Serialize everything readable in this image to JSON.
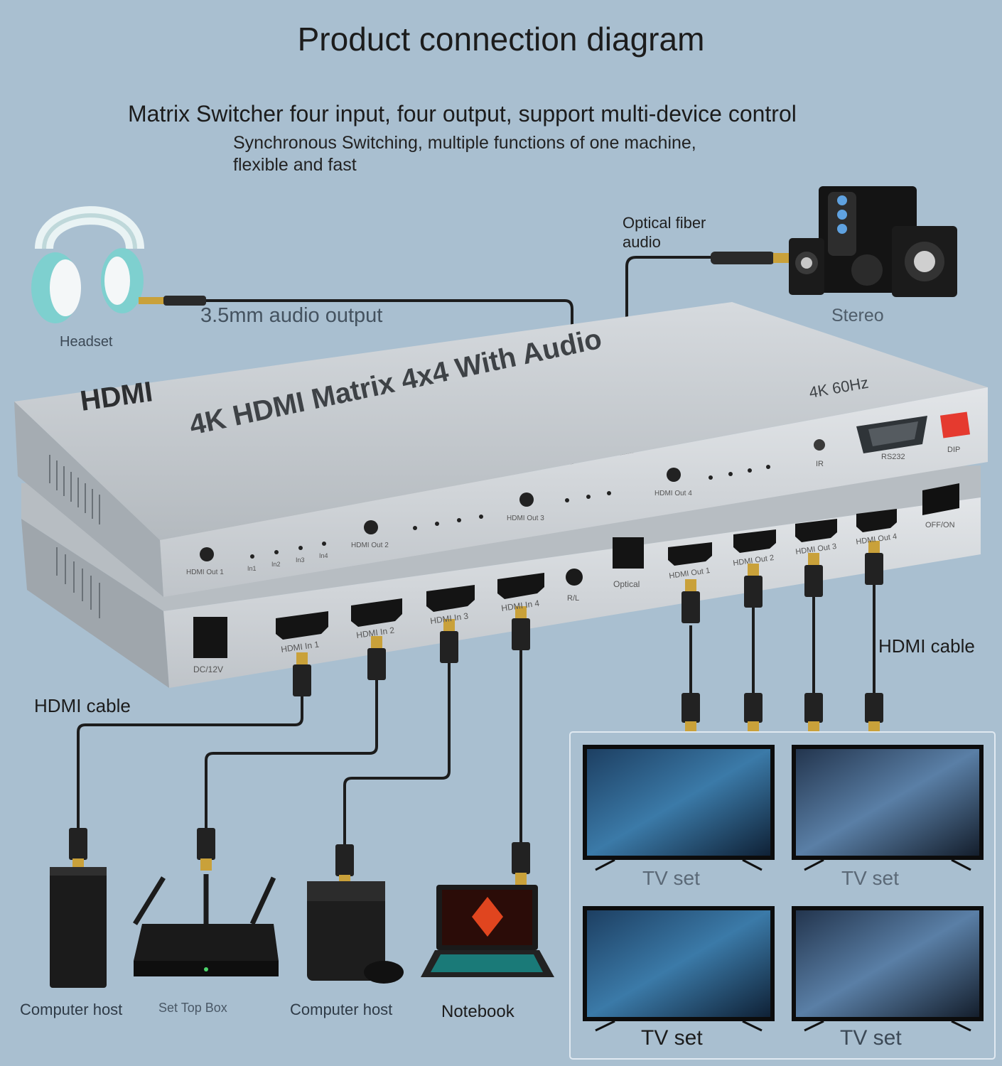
{
  "title": "Product connection diagram",
  "subtitle": "Matrix Switcher four input, four output, support multi-device control",
  "tagline_1": "Synchronous Switching, multiple functions of one machine,",
  "tagline_2": "flexible and fast",
  "labels": {
    "headset": "Headset",
    "audio_out": "3.5mm audio output",
    "optical_1": "Optical fiber",
    "optical_2": "audio",
    "stereo": "Stereo",
    "hdmi_cable_left": "HDMI cable",
    "hdmi_cable_right": "HDMI cable"
  },
  "device": {
    "brand": "HDMI",
    "model": "4K HDMI Matrix 4x4 With Audio",
    "spec": "4K 60Hz",
    "rs232": "RS232",
    "dip": "DIP",
    "ir": "IR",
    "power_switch": "OFF/ON",
    "dc": "DC/12V",
    "rl": "R/L",
    "optical_port": "Optical",
    "top_groups": [
      "HDMI Out 1",
      "HDMI Out 2",
      "HDMI Out 3",
      "HDMI Out 4"
    ],
    "led_labels": [
      "In1",
      "In2",
      "In3",
      "In4"
    ],
    "inputs": [
      "HDMI In 1",
      "HDMI In 2",
      "HDMI In 3",
      "HDMI In 4"
    ],
    "outputs": [
      "HDMI Out 1",
      "HDMI Out 2",
      "HDMI Out 3",
      "HDMI Out 4"
    ]
  },
  "sources": [
    "Computer host",
    "Set Top Box",
    "Computer host",
    "Notebook"
  ],
  "tvs": [
    "TV set",
    "TV set",
    "TV set",
    "TV set"
  ],
  "colors": {
    "background": "#a9bfd0",
    "device_body": "#c7ccd2",
    "cable": "#1c1c1c",
    "connector_gold": "#c9a13a"
  }
}
